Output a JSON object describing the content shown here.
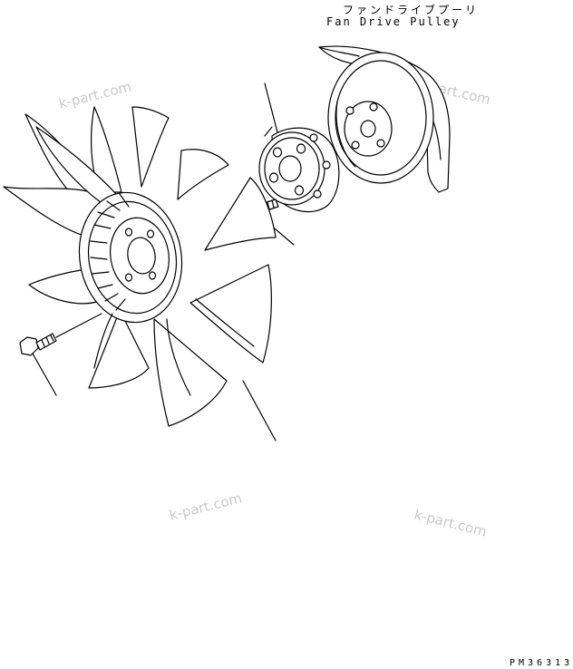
{
  "diagram": {
    "title_jp": "ファンドライブプーリ",
    "title_en": "Fan Drive Pulley",
    "drawing_number": "PM36313",
    "watermark": "k-part.com",
    "line_color": "#000000",
    "watermark_color": "#c9c9c9",
    "background": "#ffffff"
  }
}
